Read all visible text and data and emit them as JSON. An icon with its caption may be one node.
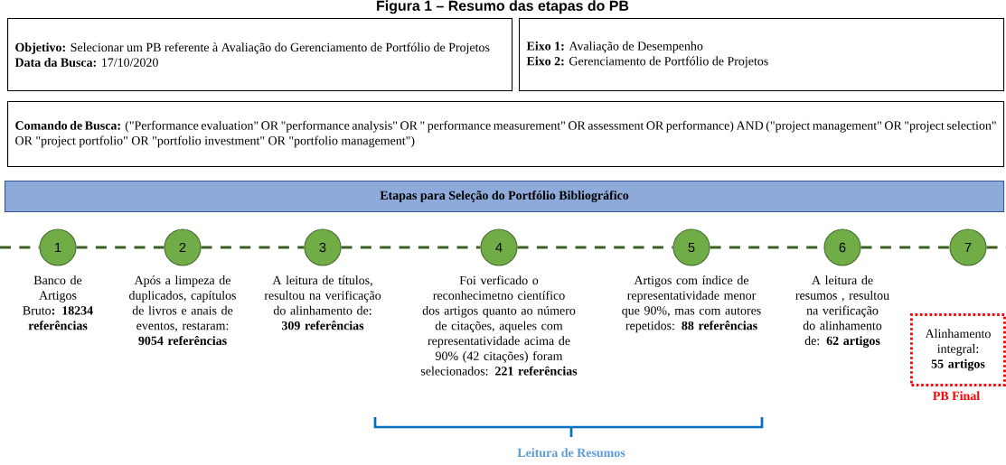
{
  "diagram": {
    "title": "Figura 1 – Resumo das etapas do PB",
    "nodes": [
      {
        "text": [
          "**Objetivo:** Selecionar um PB referente à Avaliação do Gerenciamento de Portfólio de Projetos",
          "**Data da Busca:** 17/10/2020"
        ]
      },
      {
        "text": [
          "**Eixo 1:** Avaliação de Desempenho",
          "**Eixo 2:** Gerenciamento de Portfólio de Projetos"
        ]
      },
      {
        "text": [
          "**Comando de Busca:** (\"Performance evaluation\" OR \"performance analysis\" OR \" performance measurement\" OR assessment OR performance) AND (\"project management\" OR \"project selection\" OR \"project portfolio\" OR \"portfolio investment\" OR \"portfolio management\")"
        ]
      },
      {
        "text": [
          "Etapas para Seleção do Portfólio Bibliográfico"
        ]
      },
      {
        "text": [
          "1"
        ],
        "beside": [
          "Banco de Artigos Bruto**:** **18234 referências**"
        ]
      },
      {
        "text": [
          "2"
        ],
        "beside": [
          "Após a limpeza de duplicados, capítulos de livros e anais de eventos, restaram: **9054 referências**"
        ]
      },
      {
        "text": [
          "3"
        ],
        "beside": [
          "A leitura de títulos, resultou na verificação do alinhamento de: **309 referências**"
        ]
      },
      {
        "text": [
          "4"
        ],
        "beside": [
          "Foi verficado o reconhecimetno científico dos artigos quanto ao número de citações, aqueles com representatividade acima de 90% (42 citações) foram selecionados: **221 referências**"
        ]
      },
      {
        "text": [
          "5"
        ],
        "beside": [
          "Artigos com índice de representatividade menor que 90%, mas com autores repetidos: **88 referências**"
        ]
      },
      {
        "text": [
          "6"
        ],
        "beside": [
          "A leitura de resumos , resultou na verificação do alinhamento de: **62 artigos**"
        ]
      },
      {
        "text": [
          "7"
        ]
      },
      {
        "text": [
          "Alinhamento integral: **55 artigos**"
        ],
        "beside": [
          "PB Final"
        ]
      }
    ],
    "edges": [
      {
        "from": null,
        "to": 4,
        "arrow": "none",
        "style": "dashed"
      },
      {
        "from": 4,
        "to": 5,
        "arrow": "none",
        "style": "dashed"
      },
      {
        "from": 5,
        "to": 6,
        "arrow": "none",
        "style": "dashed"
      },
      {
        "from": 6,
        "to": 7,
        "arrow": "none",
        "style": "dashed"
      },
      {
        "from": 7,
        "to": 8,
        "arrow": "none",
        "style": "dashed"
      },
      {
        "from": 8,
        "to": 9,
        "arrow": "none",
        "style": "dashed"
      },
      {
        "from": 9,
        "to": 10,
        "arrow": "none",
        "style": "dashed"
      },
      {
        "from": 10,
        "to": null,
        "arrow": "none",
        "style": "dashed"
      }
    ],
    "labels": [
      "Leitura de Resumos"
    ]
  }
}
